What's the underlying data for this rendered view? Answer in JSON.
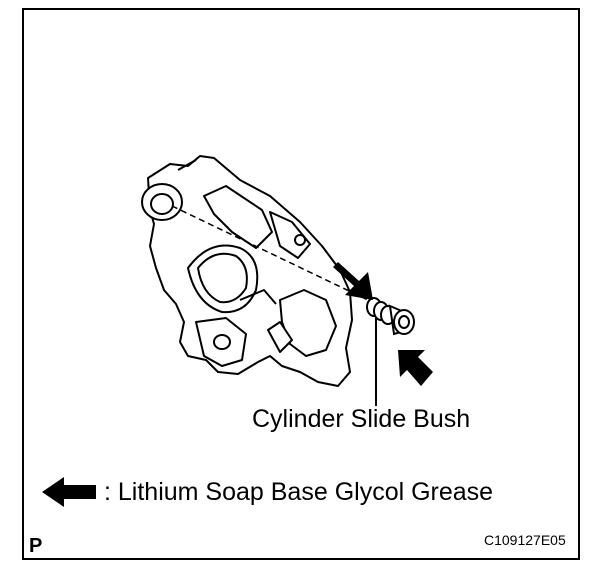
{
  "callout": {
    "label": "Cylinder Slide Bush"
  },
  "legend": {
    "text": ": Lithium Soap Base Glycol Grease",
    "icon": "grease-arrow-icon"
  },
  "footer": {
    "corner_mark": "P",
    "figure_code": "C109127E05"
  }
}
